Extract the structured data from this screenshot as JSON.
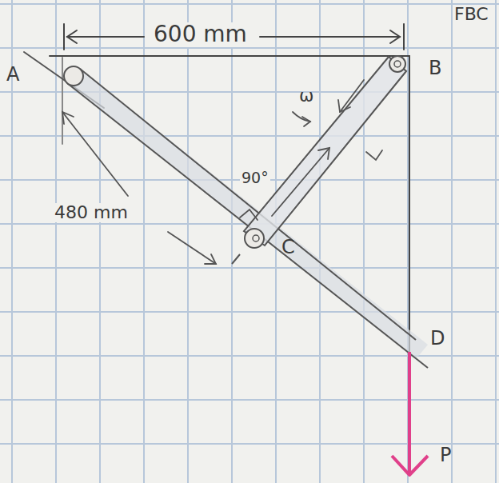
{
  "diagram": {
    "labels": [
      "600 mm",
      "FBC",
      "A",
      "B",
      "480 mm",
      "90°",
      "ω",
      "C",
      "D",
      "P"
    ]
  }
}
